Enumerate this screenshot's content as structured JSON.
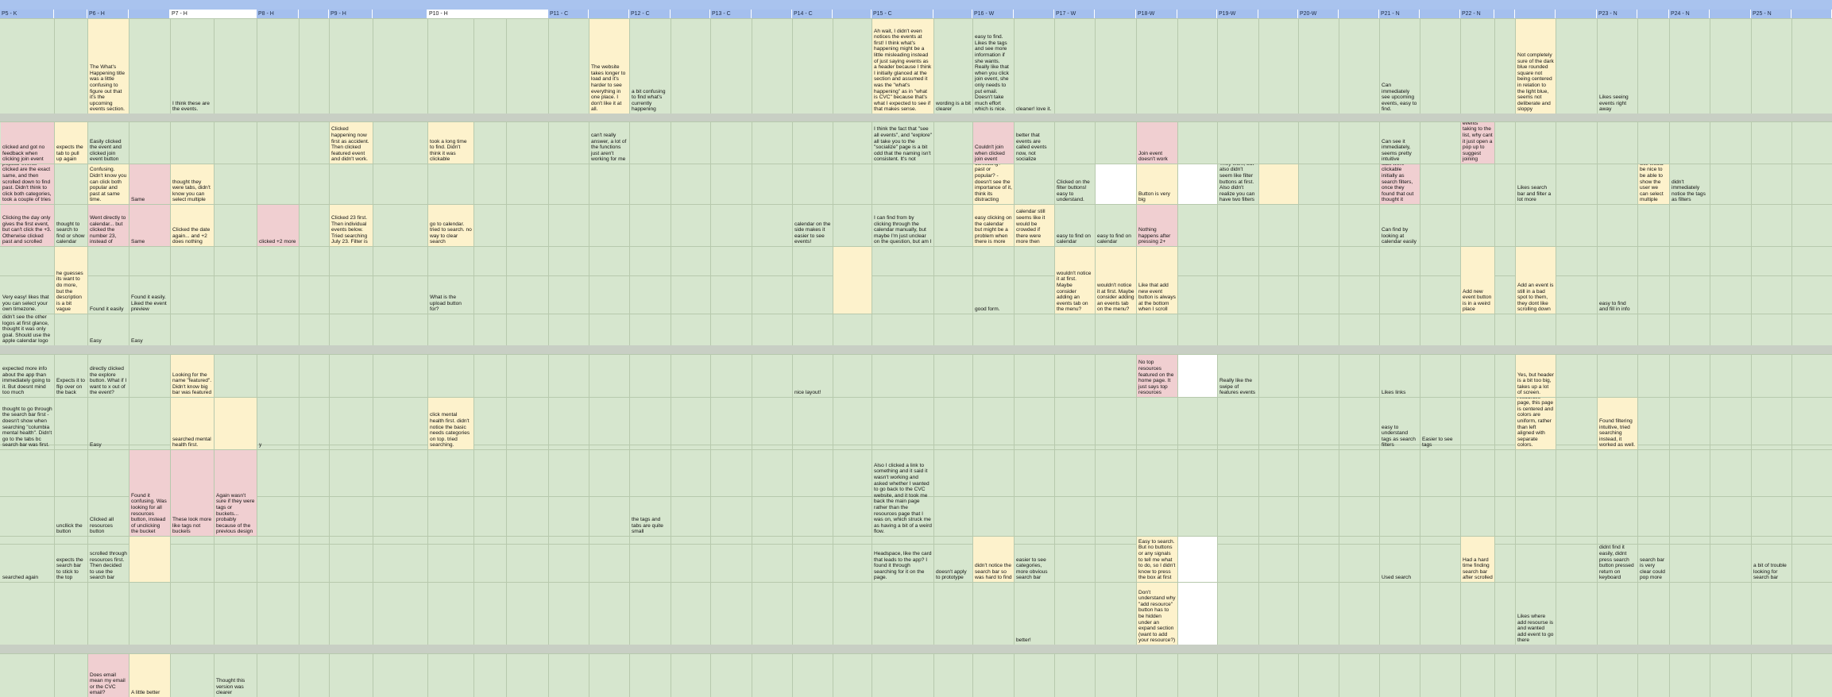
{
  "columns": [
    {
      "label": "P5 - K",
      "white": false
    },
    {
      "label": "",
      "white": false
    },
    {
      "label": "P6 - H",
      "white": false
    },
    {
      "label": "",
      "white": false
    },
    {
      "label": "P7 - H",
      "white": true
    },
    {
      "label": "",
      "white": true
    },
    {
      "label": "P8 - H",
      "white": false
    },
    {
      "label": "",
      "white": false
    },
    {
      "label": "P9 - H",
      "white": false
    },
    {
      "label": "",
      "white": false
    },
    {
      "label": "P10 - H",
      "white": true
    },
    {
      "label": "",
      "white": true
    },
    {
      "label": "",
      "white": true
    },
    {
      "label": "P11 - C",
      "white": false
    },
    {
      "label": "",
      "white": false
    },
    {
      "label": "P12 - C",
      "white": false
    },
    {
      "label": "",
      "white": false
    },
    {
      "label": "P13 - C",
      "white": false
    },
    {
      "label": "",
      "white": false
    },
    {
      "label": "P14 - C",
      "white": false
    },
    {
      "label": "",
      "white": false
    },
    {
      "label": "P15 - C",
      "white": false
    },
    {
      "label": "",
      "white": false
    },
    {
      "label": "P16 - W",
      "white": false
    },
    {
      "label": "",
      "white": false
    },
    {
      "label": "P17 - W",
      "white": false
    },
    {
      "label": "",
      "white": false
    },
    {
      "label": "P18-W",
      "white": false
    },
    {
      "label": "",
      "white": false
    },
    {
      "label": "P19-W",
      "white": false
    },
    {
      "label": "",
      "white": false
    },
    {
      "label": "P20-W",
      "white": false
    },
    {
      "label": "",
      "white": false
    },
    {
      "label": "P21 - N",
      "white": false
    },
    {
      "label": "",
      "white": false
    },
    {
      "label": "P22 - N",
      "white": false
    },
    {
      "label": "",
      "white": false
    },
    {
      "label": "",
      "white": false
    },
    {
      "label": "",
      "white": false
    },
    {
      "label": "P23 - N",
      "white": false
    },
    {
      "label": "",
      "white": false
    },
    {
      "label": "P24 - N",
      "white": false
    },
    {
      "label": "",
      "white": false
    },
    {
      "label": "P25 - N",
      "white": false
    },
    {
      "label": "",
      "white": false
    }
  ],
  "notes": [
    {
      "col": 2,
      "row": 0,
      "color": "y",
      "text": "The What's Happening title was a little confusing to figure out that it's the upcoming events section."
    },
    {
      "col": 4,
      "row": 0,
      "color": "t",
      "text": "I think these are the events."
    },
    {
      "col": 14,
      "row": 0,
      "color": "y",
      "text": "The website takes longer to load and it's harder to see everything in one place. I don't like it at all."
    },
    {
      "col": 15,
      "row": 0,
      "color": "t",
      "text": "a bit confusing to find what's currently happening"
    },
    {
      "col": 21,
      "row": 0,
      "color": "y",
      "text": "Ah wait, I didn't even notices the events at first! I think what's happening might be a little misleading instead of just saying events as a header because I think I initially glanced at the section and assumed it was the \"what's happening\" as in \"what is CVC\" because that's what I expected to see if that makes sense."
    },
    {
      "col": 22,
      "row": 0,
      "color": "t",
      "text": "wording is a bit clearer"
    },
    {
      "col": 23,
      "row": 0,
      "color": "t",
      "text": "easy to find. Likes the tags and see more information if she wants. Really like that when you click join event, she only needs to put email. Doesn't take much effort which is nice."
    },
    {
      "col": 24,
      "row": 0,
      "color": "t",
      "text": "cleaner! love it."
    },
    {
      "col": 33,
      "row": 0,
      "color": "t",
      "text": "Can immediately see upcoming events, easy to find."
    },
    {
      "col": 37,
      "row": 0,
      "color": "y",
      "text": "Not completely sure of the dark blue rounded square not being centered in relation to the light blue, seems not deliberate and sloppy"
    },
    {
      "col": 39,
      "row": 0,
      "color": "t",
      "text": "Likes seeing events right away"
    },
    {
      "col": 0,
      "row": 1,
      "color": "p",
      "text": "clicked and got no feedback when clicking join event"
    },
    {
      "col": 1,
      "row": 1,
      "color": "y",
      "text": "expects the tab to pull up again"
    },
    {
      "col": 2,
      "row": 1,
      "color": "t",
      "text": "Easily clicked the event and clicked join event button"
    },
    {
      "col": 8,
      "row": 1,
      "color": "y",
      "text": "Clicked happening now first as accident. Then clicked featured event and didn't work."
    },
    {
      "col": 10,
      "row": 1,
      "color": "y",
      "text": "took a long time to find. Didn't think it was clickable"
    },
    {
      "col": 14,
      "row": 1,
      "color": "t",
      "text": "can't really answer, a lot of the functions just aren't working for me"
    },
    {
      "col": 21,
      "row": 1,
      "color": "t",
      "text": "I think the fact that \"see all events\", and \"explore\" all take you to the \"socialize\" page is a bit odd that the naming isn't consistent. It's not"
    },
    {
      "col": 23,
      "row": 1,
      "color": "p",
      "text": "Couldn't join when clicked join event"
    },
    {
      "col": 24,
      "row": 1,
      "color": "t",
      "text": "better that events are called events now, not socialize"
    },
    {
      "col": 27,
      "row": 1,
      "color": "p",
      "text": "Join event doesn't work"
    },
    {
      "col": 33,
      "row": 1,
      "color": "t",
      "text": "Can see it immediately, seems pretty intuitive"
    },
    {
      "col": 35,
      "row": 1,
      "color": "p",
      "text": "Doesnt like the click on featured events taking to the list, why cant it just open a pop up to suggest joining"
    },
    {
      "col": 0,
      "row": 2,
      "color": "p",
      "text": "popular events clicked are the exact same, and then scrolled down to find past. Didn't think to click both categories, took a couple of tries"
    },
    {
      "col": 2,
      "row": 2,
      "color": "y",
      "text": "Confusing. Didn't know you can click both popular and past at same time."
    },
    {
      "col": 3,
      "row": 2,
      "color": "p",
      "text": "Same"
    },
    {
      "col": 4,
      "row": 2,
      "color": "y",
      "text": "thought they were tabs, didn't know you can select multiple"
    },
    {
      "col": 23,
      "row": 2,
      "color": "y",
      "text": "conflicting? past or popular? - doesn't see the importance of it, think its distracting"
    },
    {
      "col": 25,
      "row": 2,
      "color": "t",
      "text": "Clicked on the filter buttons! easy to understand."
    },
    {
      "col": 26,
      "row": 2,
      "color": "w",
      "text": ""
    },
    {
      "col": 27,
      "row": 2,
      "color": "y",
      "text": "Button is very big"
    },
    {
      "col": 28,
      "row": 2,
      "color": "w",
      "text": ""
    },
    {
      "col": 29,
      "row": 2,
      "color": "t",
      "text": "They work, but also didn't seem like filter buttons at first. Also didn't realize you can have two filters"
    },
    {
      "col": 30,
      "row": 2,
      "color": "y",
      "text": ""
    },
    {
      "col": 33,
      "row": 2,
      "color": "p",
      "text": "Did not notice tabs were clickable initially as search filters, once they found that out thought it"
    },
    {
      "col": 37,
      "row": 2,
      "color": "t",
      "text": "Likes search bar and filter a lot more"
    },
    {
      "col": 40,
      "row": 2,
      "color": "y",
      "text": "Still would be nice to be able to show the user we can select multiple"
    },
    {
      "col": 41,
      "row": 2,
      "color": "t",
      "text": "didn't immediately notice the tags as filters"
    },
    {
      "col": 0,
      "row": 3,
      "color": "p",
      "text": "Clicking the day only gives the first event, but can't click the +3. Otherwise clicked past and scrolled"
    },
    {
      "col": 1,
      "row": 3,
      "color": "t",
      "text": "thought to search to find or show calendar"
    },
    {
      "col": 2,
      "row": 3,
      "color": "p",
      "text": "Went directly to calendar... but clicked the number 23, instead of"
    },
    {
      "col": 3,
      "row": 3,
      "color": "p",
      "text": "Same"
    },
    {
      "col": 4,
      "row": 3,
      "color": "y",
      "text": "Clicked the date again... and +2 does nothing"
    },
    {
      "col": 6,
      "row": 3,
      "color": "p",
      "text": "clicked +2 more"
    },
    {
      "col": 8,
      "row": 3,
      "color": "y",
      "text": "Clicked 23 first. Then individual events below. Tried searching July 23. Filter is"
    },
    {
      "col": 10,
      "row": 3,
      "color": "y",
      "text": "go to calendar. tried to search. no way to clear search"
    },
    {
      "col": 19,
      "row": 3,
      "color": "t",
      "text": "calendar on the side makes it easier to see events!"
    },
    {
      "col": 21,
      "row": 3,
      "color": "t",
      "text": "I can find from by clicking through the calendar manually, but maybe I'm just unclear on the question, but am I"
    },
    {
      "col": 23,
      "row": 3,
      "color": "y",
      "text": "easy clicking on the calendar but might be a problem when there is more"
    },
    {
      "col": 24,
      "row": 3,
      "color": "y",
      "text": "calendar still seems like it would be crowded if there were more then"
    },
    {
      "col": 25,
      "row": 3,
      "color": "t",
      "text": "easy to find on calendar"
    },
    {
      "col": 26,
      "row": 3,
      "color": "t",
      "text": "easy to find on calendar"
    },
    {
      "col": 27,
      "row": 3,
      "color": "p",
      "text": "Nothing happens after pressing 2+"
    },
    {
      "col": 33,
      "row": 3,
      "color": "t",
      "text": "Can find by looking at calendar easily"
    },
    {
      "col": 0,
      "row": 4,
      "color": "t",
      "text": "Very easy! likes that you can select your own timezone."
    },
    {
      "col": 1,
      "row": 4,
      "color": "y",
      "text": "he guesses its want to do more, but the description is a bit vague"
    },
    {
      "col": 2,
      "row": 4,
      "color": "t",
      "text": "Found it easily"
    },
    {
      "col": 3,
      "row": 4,
      "color": "t",
      "text": "Found it easily. Liked the event preview"
    },
    {
      "col": 10,
      "row": 4,
      "color": "t",
      "text": "What is the upload button for?"
    },
    {
      "col": 20,
      "row": 4,
      "color": "y",
      "text": ""
    },
    {
      "col": 23,
      "row": 4,
      "color": "t",
      "text": "good form."
    },
    {
      "col": 25,
      "row": 4,
      "color": "y",
      "text": "wouldn't notice it at first. Maybe consider adding an events tab on the menu?"
    },
    {
      "col": 26,
      "row": 4,
      "color": "y",
      "text": "wouldn't notice it at first. Maybe consider adding an events tab on the menu?"
    },
    {
      "col": 27,
      "row": 4,
      "color": "y",
      "text": "Like that add new event button is always at the bottom when I scroll"
    },
    {
      "col": 35,
      "row": 4,
      "color": "y",
      "text": "Add new event button is in a weird place"
    },
    {
      "col": 37,
      "row": 4,
      "color": "y",
      "text": "Add an event is still in a bad spot to them, they dont like scrolling down"
    },
    {
      "col": 39,
      "row": 4,
      "color": "t",
      "text": "easy to find and fill in info"
    },
    {
      "col": 0,
      "row": 5,
      "color": "t",
      "text": "didn't see the other logos at first glance, thought it was only goal. Should use the apple calendar logo"
    },
    {
      "col": 2,
      "row": 5,
      "color": "t",
      "text": "Easy"
    },
    {
      "col": 3,
      "row": 5,
      "color": "t",
      "text": "Easy"
    },
    {
      "col": 0,
      "row": 6,
      "color": "t",
      "text": "expected more info about the app than immediately going to it. But doesnt mind too much"
    },
    {
      "col": 1,
      "row": 6,
      "color": "t",
      "text": "Expects it to flip over on the back"
    },
    {
      "col": 2,
      "row": 6,
      "color": "t",
      "text": "directly clicked the explore button. What if I want to x out of the event?"
    },
    {
      "col": 4,
      "row": 6,
      "color": "y",
      "text": "Looking for the name \"featured\". Didn't know big bar was featured"
    },
    {
      "col": 19,
      "row": 6,
      "color": "t",
      "text": "nice layout!"
    },
    {
      "col": 27,
      "row": 6,
      "color": "p",
      "text": "No top resources featured on the home page. It just says top resources"
    },
    {
      "col": 28,
      "row": 6,
      "color": "w",
      "text": ""
    },
    {
      "col": 29,
      "row": 6,
      "color": "t",
      "text": "Really like the swipe of features events"
    },
    {
      "col": 33,
      "row": 6,
      "color": "t",
      "text": "Likes links"
    },
    {
      "col": 37,
      "row": 6,
      "color": "y",
      "text": "Yes, but header is a bit too big, takes up a lot of screen."
    },
    {
      "col": 0,
      "row": 7,
      "color": "t",
      "text": "thought to go through the search bar first - doesn't show when searching \"columbia mental health\". Didn't go to the tabs bc search bar was first."
    },
    {
      "col": 2,
      "row": 7,
      "color": "t",
      "text": "Easy"
    },
    {
      "col": 4,
      "row": 7,
      "color": "y",
      "text": "searched mental health first."
    },
    {
      "col": 5,
      "row": 7,
      "color": "y",
      "text": ""
    },
    {
      "col": 6,
      "row": 7,
      "color": "t",
      "text": "y"
    },
    {
      "col": 10,
      "row": 7,
      "color": "y",
      "text": "click mental health first. didn't notice the basic needs categories on top. tried searching."
    },
    {
      "col": 33,
      "row": 7,
      "color": "t",
      "text": "easy to understand tags as search filters"
    },
    {
      "col": 34,
      "row": 7,
      "color": "t",
      "text": "Easier to see tags"
    },
    {
      "col": 37,
      "row": 7,
      "color": "y",
      "text": "Doesnt think buttons on event page match to buttons on resources page, this page is centered and colors are uniform, rather than left aligned with separate colors."
    },
    {
      "col": 39,
      "row": 7,
      "color": "y",
      "text": "Found filtering intuitive, tried searching instead, it worked as well."
    },
    {
      "col": 1,
      "row": 8,
      "color": "t",
      "text": "uncllick the button"
    },
    {
      "col": 2,
      "row": 8,
      "color": "t",
      "text": "Clicked all resources button"
    },
    {
      "col": 3,
      "row": 8,
      "color": "p",
      "text": "Found it confusing. Was looking for all resources button, instead of unclicking the bucket"
    },
    {
      "col": 4,
      "row": 8,
      "color": "p",
      "text": "These look more like tags not buckets"
    },
    {
      "col": 5,
      "row": 8,
      "color": "p",
      "text": "Again wasn't sure if they were tags or buckets... probably because of the previous design"
    },
    {
      "col": 15,
      "row": 8,
      "color": "t",
      "text": "the tags and tabs are quite small"
    },
    {
      "col": 21,
      "row": 8,
      "color": "t",
      "text": "Also I clicked a link to something and it said it wasn't working and asked whether I wanted to go back to the CVC website, and it took me back the main page rather than the resources page that I was on, which struck me as having a bit of a weird flow."
    },
    {
      "col": 0,
      "row": 9,
      "color": "t",
      "text": "searched again"
    },
    {
      "col": 1,
      "row": 9,
      "color": "t",
      "text": "expects the search bar to stick to the top"
    },
    {
      "col": 2,
      "row": 9,
      "color": "t",
      "text": "scrolled through resources first. Then decided to use the search bar"
    },
    {
      "col": 3,
      "row": 9,
      "color": "y",
      "text": ""
    },
    {
      "col": 21,
      "row": 9,
      "color": "t",
      "text": "Headspace, like the card that leads to the app? I found it through searching for it on the page."
    },
    {
      "col": 22,
      "row": 9,
      "color": "t",
      "text": "doesn't apply to prototype"
    },
    {
      "col": 23,
      "row": 9,
      "color": "y",
      "text": "didn't notice the search bar so was hard to find"
    },
    {
      "col": 24,
      "row": 9,
      "color": "t",
      "text": "easier to see categories, more obvious search bar"
    },
    {
      "col": 27,
      "row": 9,
      "color": "y",
      "text": "Easy to search. But no buttons or any signals to tell me what to do, so I didn't know to press the box at first"
    },
    {
      "col": 28,
      "row": 9,
      "color": "w",
      "text": ""
    },
    {
      "col": 33,
      "row": 9,
      "color": "t",
      "text": "Used search"
    },
    {
      "col": 35,
      "row": 9,
      "color": "y",
      "text": "Had a hard time finding search bar after scrolled"
    },
    {
      "col": 39,
      "row": 9,
      "color": "t",
      "text": "didnt find it easily, didnt press search button pressed return on keyboard"
    },
    {
      "col": 40,
      "row": 9,
      "color": "t",
      "text": "search bar is very clear could pop more"
    },
    {
      "col": 43,
      "row": 9,
      "color": "t",
      "text": "a bit of trouble looking for search bar"
    },
    {
      "col": 24,
      "row": 10,
      "color": "t",
      "text": "better!"
    },
    {
      "col": 27,
      "row": 10,
      "color": "y",
      "text": "Don't understand why \"add resource\" button has to be hidden under an expand section (want to add your resource?)"
    },
    {
      "col": 28,
      "row": 10,
      "color": "w",
      "text": ""
    },
    {
      "col": 37,
      "row": 10,
      "color": "t",
      "text": "Likes where add resourse is and wanted add event to go there"
    },
    {
      "col": 2,
      "row": 11,
      "color": "p",
      "text": "Does email mean my email or the CVC email?"
    },
    {
      "col": 3,
      "row": 11,
      "color": "y",
      "text": "A little better"
    },
    {
      "col": 5,
      "row": 11,
      "color": "t",
      "text": "Thought this version was clearer"
    }
  ]
}
